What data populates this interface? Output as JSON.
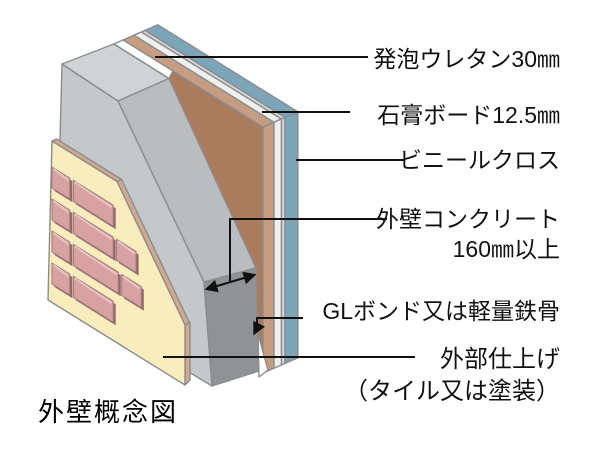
{
  "caption": "外壁概念図",
  "labels": {
    "urethane": "発泡ウレタン30㎜",
    "gypsum": "石膏ボード12.5㎜",
    "vinyl": "ビニールクロス",
    "concrete_line1": "外壁コンクリート",
    "concrete_line2": "160㎜以上",
    "gl_bond": "GLボンド又は軽量鉄骨",
    "finish_line1": "外部仕上げ",
    "finish_line2": "（タイル又は塗装）"
  },
  "colors": {
    "background": "#ffffff",
    "outline": "#8a8d90",
    "line": "#111111",
    "concrete_top": "#d0d3d5",
    "concrete_front": "#c5c8ca",
    "concrete_cut": "#b9bdc0",
    "concrete_end": "#8f9396",
    "urethane_face": "#ab7b5e",
    "urethane_top": "#c79d82",
    "gypsum_layer": "#efefec",
    "gap_layer": "#d7d8d6",
    "vinyl_layer": "#7ca5ba",
    "panel": "#f9edbd",
    "backing": "#d2a98a",
    "tile_face": "#d9a2a2",
    "tile_dark": "#96666b",
    "tile_light": "#eac4c4"
  }
}
